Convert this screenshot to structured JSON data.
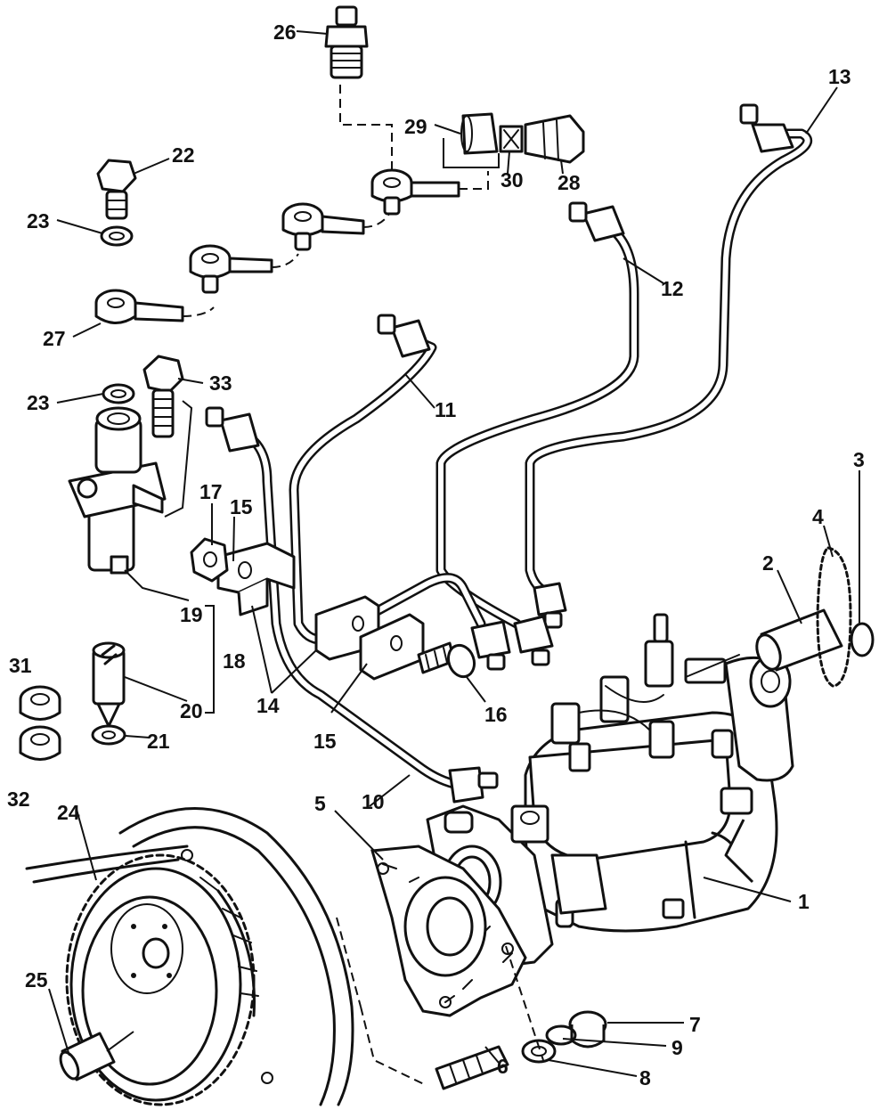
{
  "callouts": [
    {
      "id": "c1",
      "text": "1"
    },
    {
      "id": "c2",
      "text": "2"
    },
    {
      "id": "c3",
      "text": "3"
    },
    {
      "id": "c4",
      "text": "4"
    },
    {
      "id": "c5",
      "text": "5"
    },
    {
      "id": "c6",
      "text": "6"
    },
    {
      "id": "c7",
      "text": "7"
    },
    {
      "id": "c8",
      "text": "8"
    },
    {
      "id": "c9",
      "text": "9"
    },
    {
      "id": "c10",
      "text": "10"
    },
    {
      "id": "c11",
      "text": "11"
    },
    {
      "id": "c12",
      "text": "12"
    },
    {
      "id": "c13",
      "text": "13"
    },
    {
      "id": "c14",
      "text": "14"
    },
    {
      "id": "c15a",
      "text": "15"
    },
    {
      "id": "c15b",
      "text": "15"
    },
    {
      "id": "c16",
      "text": "16"
    },
    {
      "id": "c17",
      "text": "17"
    },
    {
      "id": "c18",
      "text": "18"
    },
    {
      "id": "c19",
      "text": "19"
    },
    {
      "id": "c20",
      "text": "20"
    },
    {
      "id": "c21",
      "text": "21"
    },
    {
      "id": "c22",
      "text": "22"
    },
    {
      "id": "c23a",
      "text": "23"
    },
    {
      "id": "c23b",
      "text": "23"
    },
    {
      "id": "c24",
      "text": "24"
    },
    {
      "id": "c25",
      "text": "25"
    },
    {
      "id": "c26",
      "text": "26"
    },
    {
      "id": "c27",
      "text": "27"
    },
    {
      "id": "c28",
      "text": "28"
    },
    {
      "id": "c29",
      "text": "29"
    },
    {
      "id": "c30",
      "text": "30"
    },
    {
      "id": "c31",
      "text": "31"
    },
    {
      "id": "c32",
      "text": "32"
    },
    {
      "id": "c33",
      "text": "33"
    }
  ]
}
